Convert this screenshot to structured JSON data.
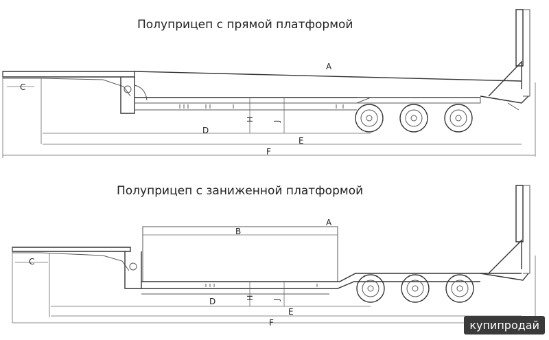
{
  "diagram": {
    "title_straight": "Полуприцеп с прямой платформой",
    "title_lowered": "Полуприцеп с заниженной платформой",
    "labels": {
      "A": "A",
      "B": "B",
      "C": "C",
      "D": "D",
      "E": "E",
      "F": "F",
      "H": "H",
      "J": "J"
    }
  },
  "watermark": "купипродай"
}
